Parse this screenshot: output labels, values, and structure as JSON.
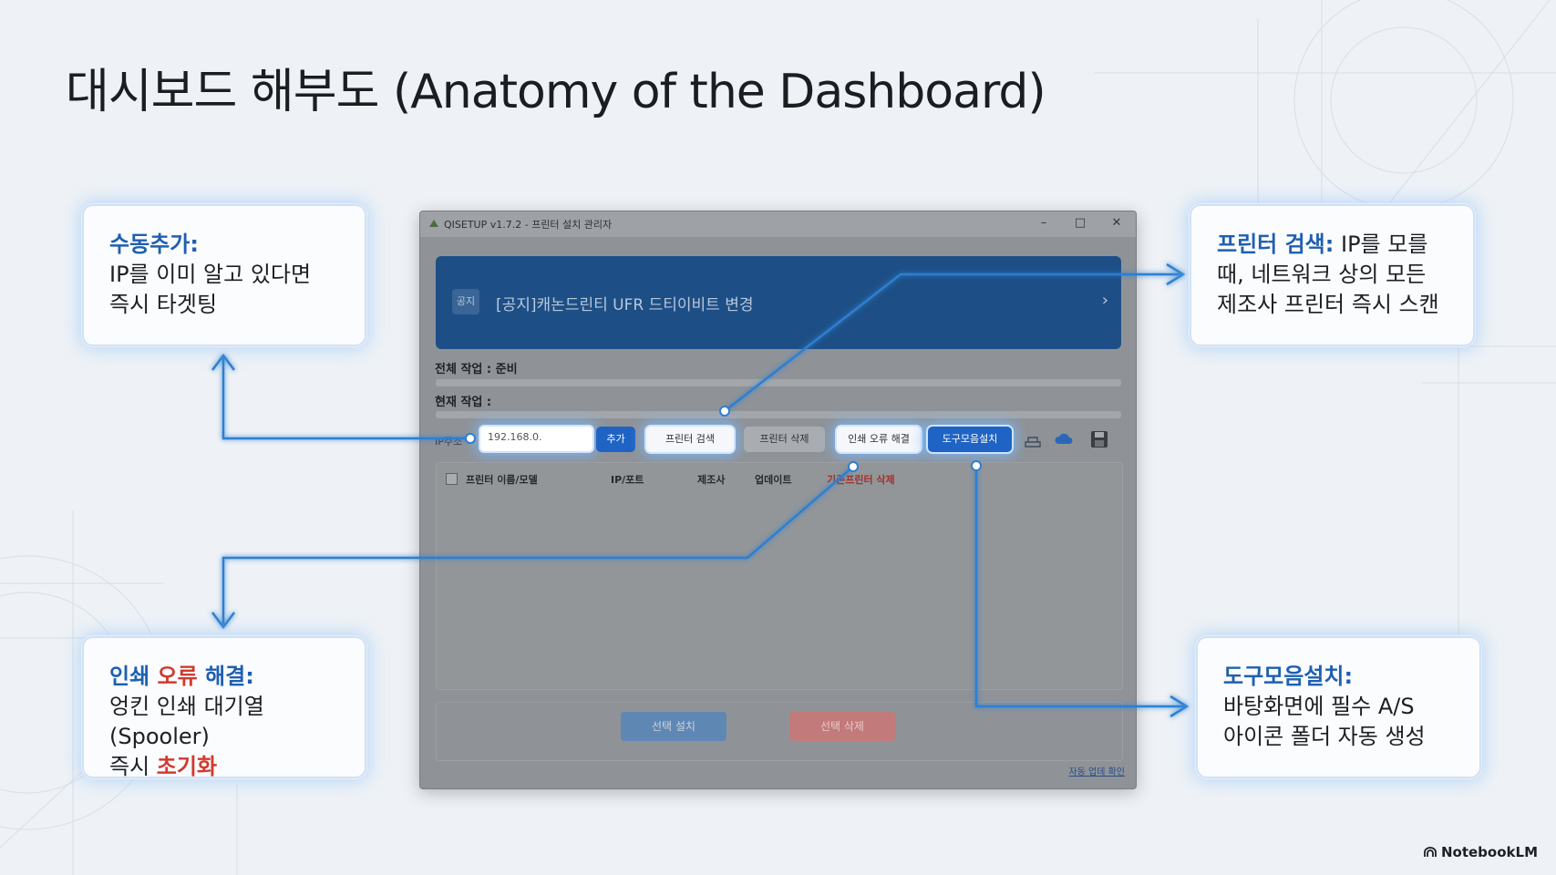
{
  "title": "대시보드 해부도 (Anatomy of the Dashboard)",
  "window": {
    "title": "QISETUP v1.7.2 - 프린터 설치 관리자",
    "controls": {
      "minimize": "–",
      "maximize": "□",
      "close": "✕"
    },
    "notice": {
      "tag": "공지",
      "text": "[공지]캐논드린티 UFR 드티이비트 변경",
      "chevron": "›"
    },
    "overall_label": "전체 작업 : 준비",
    "current_label": "현재 작업 :",
    "ip_label": "IP주소",
    "ip_value": "192.168.0.",
    "buttons": {
      "add": "추가",
      "search": "프린터 검색",
      "delete": "프린터 삭제",
      "error_fix": "인쇄 오류 해결",
      "toolbar_install": "도구모음설치"
    },
    "icons": [
      "printer-icon",
      "cloud-icon",
      "save-icon"
    ],
    "table_headers": [
      "프린터 이름/모델",
      "IP/포트",
      "제조사",
      "업데이트",
      "기존프린터 삭제"
    ],
    "bottom_buttons": {
      "install": "선택 설치",
      "remove": "선택 삭제"
    },
    "link": "자동 업데 확인"
  },
  "callouts": {
    "manual_add": {
      "heading": "수동추가:",
      "line1": "IP를 이미 알고 있다면",
      "line2": "즉시 타겟팅"
    },
    "printer_search": {
      "heading": "프린터 검색:",
      "rest1": " IP를 모를",
      "line2": "때, 네트워크 상의 모든",
      "line3": "제조사 프린터 즉시 스캔"
    },
    "error_fix": {
      "h1": "인쇄 ",
      "h2": "오류",
      "h3": " 해결:",
      "line1": "엉킨 인쇄 대기열(Spooler)",
      "line2a": "즉시 ",
      "line2b": "초기화"
    },
    "toolbar": {
      "heading": "도구모음설치:",
      "line1": "바탕화면에 필수 A/S",
      "line2": "아이콘 폴더 자동 생성"
    }
  },
  "brand": "NotebookLM",
  "colors": {
    "accent": "#1f63c4",
    "heading_blue": "#1f5fb0",
    "red": "#d13a2f",
    "glow": "#7fbfff"
  }
}
